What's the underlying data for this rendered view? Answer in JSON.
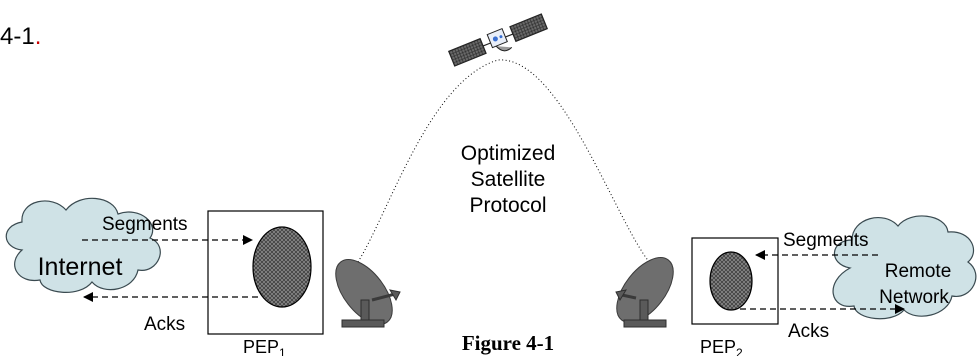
{
  "top_text": {
    "line1_prefix": "4-1",
    "line1_suffix": "."
  },
  "center_label": [
    "Optimized",
    "Satellite",
    "Protocol"
  ],
  "left_side": {
    "cloud_label": "Internet",
    "segments_label": "Segments",
    "acks_label": "Acks",
    "pep_label": "PEP",
    "pep_sub": "1"
  },
  "right_side": {
    "cloud_label": [
      "Remote",
      "Network"
    ],
    "segments_label": "Segments",
    "acks_label": "Acks",
    "pep_label": "PEP",
    "pep_sub": "2"
  },
  "caption": "Figure 4-1",
  "colors": {
    "cloud_fill": "#cfe2e6",
    "accent_red": "#cc0000"
  },
  "icons": [
    "satellite-icon",
    "satellite-dish-icon",
    "cloud-icon"
  ]
}
